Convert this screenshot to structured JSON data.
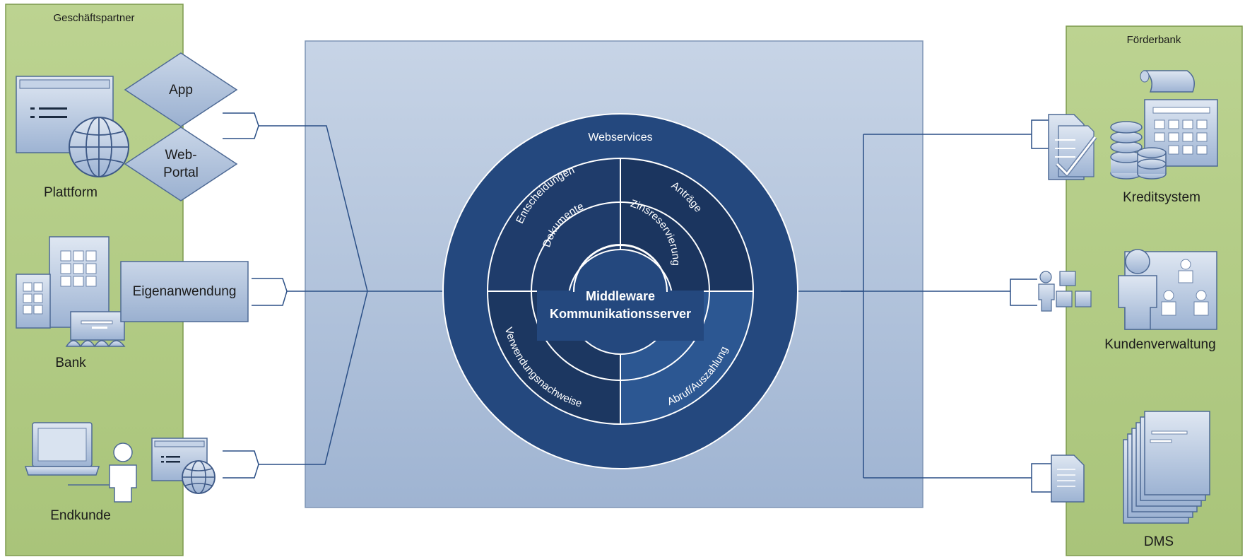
{
  "left_panel": {
    "title": "Geschäftspartner",
    "plattform": "Plattform",
    "app": "App",
    "webportal_line1": "Web-",
    "webportal_line2": "Portal",
    "bank": "Bank",
    "eigenanwendung": "Eigenanwendung",
    "endkunde": "Endkunde"
  },
  "right_panel": {
    "title": "Förderbank",
    "kreditsystem": "Kreditsystem",
    "kundenverwaltung": "Kundenverwaltung",
    "dms": "DMS"
  },
  "center": {
    "outer_ring_label": "Webservices",
    "core_line1": "Middleware",
    "core_line2": "Kommunikationsserver",
    "segments": {
      "top_left_outer": "Entscheidungen",
      "top_left_inner": "Dokumente",
      "top_right_outer": "Anträge",
      "top_right_inner": "Zinsreservierung",
      "bottom_left": "Verwendungsnachweise",
      "bottom_right": "Abruf/Auszahlung"
    }
  },
  "colors": {
    "panel_green": "#b3cc86",
    "panel_border": "#7d9a4e",
    "box_fill": "#b8c9e0",
    "dark_navy": "#1e3a66",
    "mid_blue": "#2e5894",
    "line_blue": "#2a4f86"
  }
}
